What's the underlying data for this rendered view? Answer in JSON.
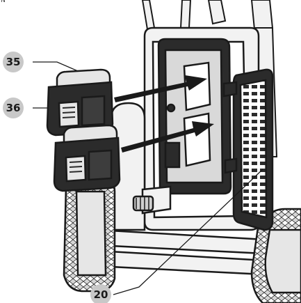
{
  "figure": {
    "corner_mark": "N",
    "callouts": [
      {
        "id": "c35",
        "label": "35",
        "target": "battery-top"
      },
      {
        "id": "c36",
        "label": "36",
        "target": "battery-side"
      },
      {
        "id": "c20",
        "label": "20",
        "target": "battery-compartment-door"
      }
    ],
    "colors": {
      "line": "#1a1a1a",
      "callout_fill": "#c8c8c8",
      "battery_dark": "#2b2b2b",
      "battery_light": "#e6e6e6",
      "frame_fill": "#f2f2f2"
    }
  }
}
